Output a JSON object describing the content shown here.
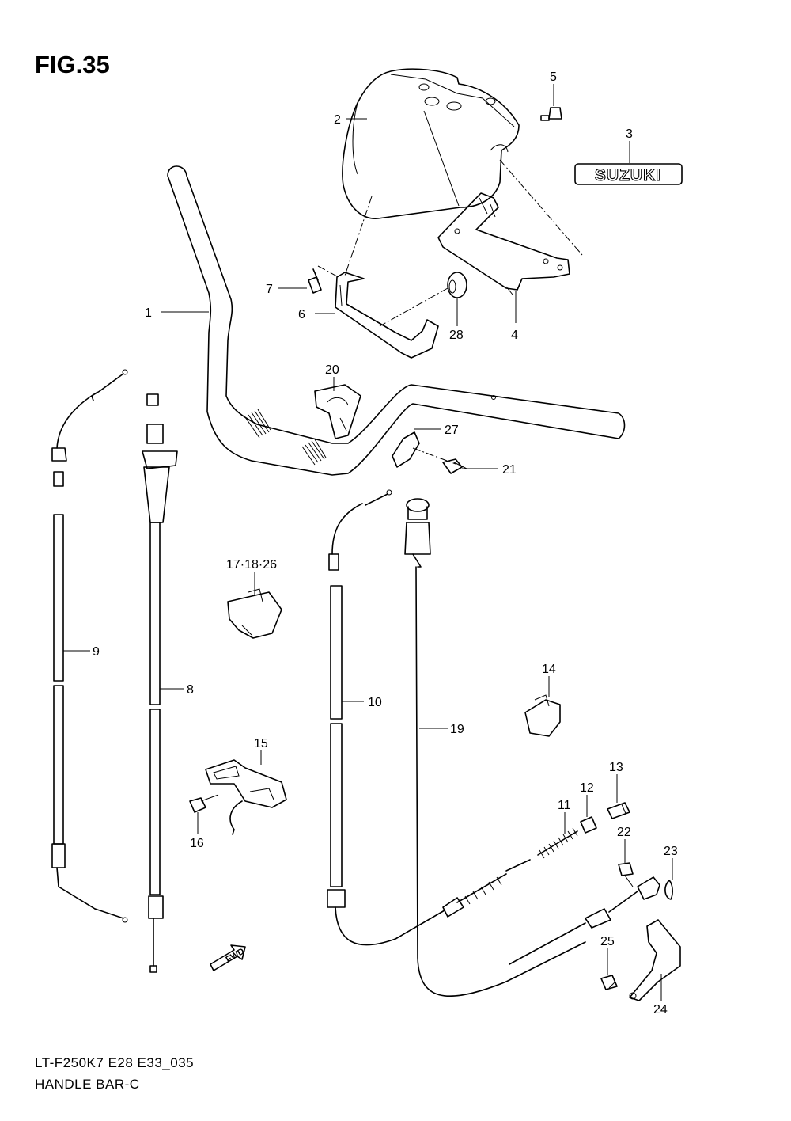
{
  "figure": {
    "title": "FIG.35",
    "model_code": "LT-F250K7 E28 E33_035",
    "section_name": "HANDLE BAR-C"
  },
  "emblem_text": "SUZUKI",
  "fwd_label": "FWD",
  "callouts": {
    "c1": "1",
    "c2": "2",
    "c3": "3",
    "c4": "4",
    "c5": "5",
    "c6": "6",
    "c7": "7",
    "c8": "8",
    "c9": "9",
    "c10": "10",
    "c11": "11",
    "c12": "12",
    "c13": "13",
    "c14": "14",
    "c15": "15",
    "c16": "16",
    "c17": "17·18·26",
    "c19": "19",
    "c20": "20",
    "c21": "21",
    "c22": "22",
    "c23": "23",
    "c24": "24",
    "c25": "25",
    "c27": "27",
    "c28": "28"
  }
}
